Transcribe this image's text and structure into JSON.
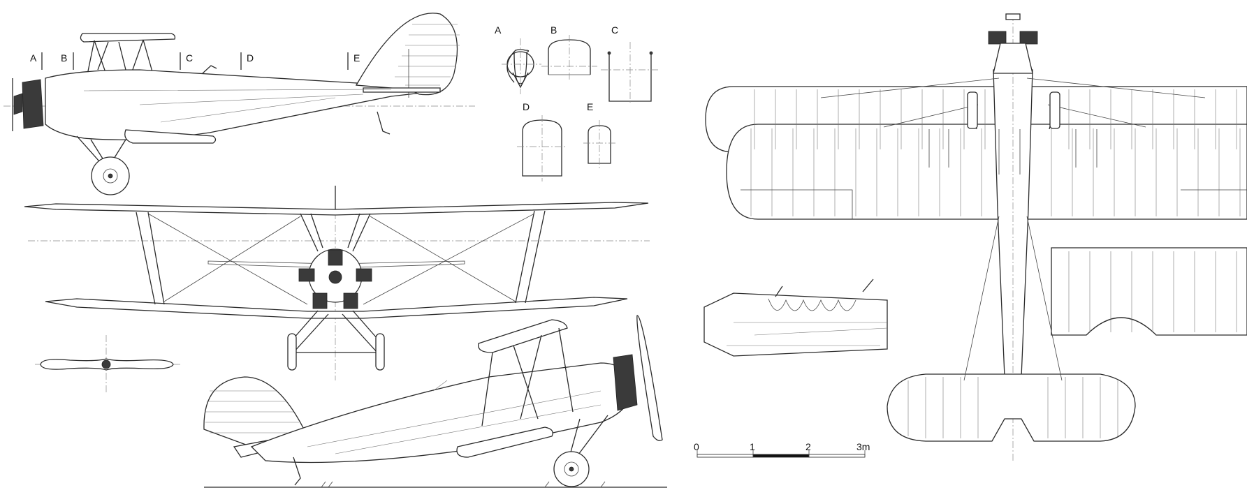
{
  "section_markers": {
    "A": "A",
    "B": "B",
    "C": "C",
    "D": "D",
    "E": "E"
  },
  "cross_sections": {
    "A": "A",
    "B": "B",
    "C": "C",
    "D": "D",
    "E": "E"
  },
  "scale_bar": {
    "ticks": [
      "0",
      "1",
      "2",
      "3m"
    ]
  }
}
